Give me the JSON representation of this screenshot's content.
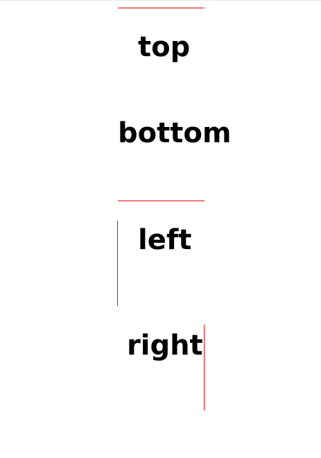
{
  "labels": {
    "top": "top",
    "bottom": "bottom",
    "left": "left",
    "right": "right"
  },
  "colors": {
    "line": "#e60000",
    "text": "#000000",
    "background": "#ffffff"
  }
}
